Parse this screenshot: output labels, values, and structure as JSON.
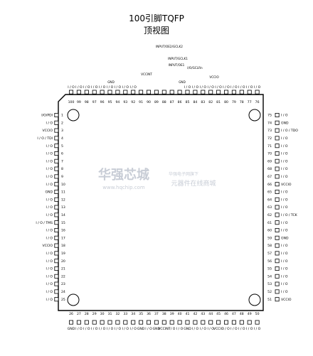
{
  "title": {
    "line1": "100引脚TQFP",
    "line2": "顶视图"
  },
  "top_labels": [
    "INPUT/OE2/GCLK2",
    "INPUT/GCLK1",
    "INPUT/OE1",
    "I/O/GCLRn",
    "VCCINT",
    "GND",
    "GND",
    "VCCIO"
  ],
  "watermark": {
    "brand": "华强芯城",
    "url": "www.hqchip.com",
    "line1": "华强电子网旗下",
    "line2": "元器件在线商城"
  },
  "pins": {
    "left": [
      {
        "num": "1",
        "label": "I/O/PDI"
      },
      {
        "num": "2",
        "label": "I / O"
      },
      {
        "num": "3",
        "label": "VCCIO"
      },
      {
        "num": "4",
        "label": "I / O / TDI"
      },
      {
        "num": "5",
        "label": "I / O"
      },
      {
        "num": "6",
        "label": "I / O"
      },
      {
        "num": "7",
        "label": "I / O"
      },
      {
        "num": "8",
        "label": "I / O"
      },
      {
        "num": "9",
        "label": "I / O"
      },
      {
        "num": "10",
        "label": "I / O"
      },
      {
        "num": "11",
        "label": "GND"
      },
      {
        "num": "12",
        "label": "I / O"
      },
      {
        "num": "13",
        "label": "I / O"
      },
      {
        "num": "14",
        "label": "I / O"
      },
      {
        "num": "15",
        "label": "I / O / TMS"
      },
      {
        "num": "16",
        "label": "I / O"
      },
      {
        "num": "17",
        "label": "I / O"
      },
      {
        "num": "18",
        "label": "VCCIO"
      },
      {
        "num": "19",
        "label": "I / O"
      },
      {
        "num": "20",
        "label": "I / O"
      },
      {
        "num": "21",
        "label": "I / O"
      },
      {
        "num": "22",
        "label": "I / O"
      },
      {
        "num": "23",
        "label": "I / O"
      },
      {
        "num": "24",
        "label": "I / O"
      },
      {
        "num": "25",
        "label": "I / O"
      }
    ],
    "right": [
      {
        "num": "75",
        "label": "I / O"
      },
      {
        "num": "74",
        "label": "GND"
      },
      {
        "num": "73",
        "label": "I / O / TDO"
      },
      {
        "num": "72",
        "label": "I / O"
      },
      {
        "num": "71",
        "label": "I / O"
      },
      {
        "num": "70",
        "label": "I / O"
      },
      {
        "num": "69",
        "label": "I / O"
      },
      {
        "num": "68",
        "label": "I / O"
      },
      {
        "num": "67",
        "label": "I / O"
      },
      {
        "num": "66",
        "label": "VCCIO"
      },
      {
        "num": "65",
        "label": "I / O"
      },
      {
        "num": "64",
        "label": "I / O"
      },
      {
        "num": "63",
        "label": "I / O"
      },
      {
        "num": "62",
        "label": "I / O / TCK"
      },
      {
        "num": "61",
        "label": "I / O"
      },
      {
        "num": "60",
        "label": "I / O"
      },
      {
        "num": "59",
        "label": "GND"
      },
      {
        "num": "58",
        "label": "I / O"
      },
      {
        "num": "57",
        "label": "I / O"
      },
      {
        "num": "56",
        "label": "I / O"
      },
      {
        "num": "55",
        "label": "I / O"
      },
      {
        "num": "54",
        "label": "I / O"
      },
      {
        "num": "53",
        "label": "I / O"
      },
      {
        "num": "52",
        "label": "I / O"
      },
      {
        "num": "51",
        "label": "VCCIO"
      }
    ],
    "top": [
      {
        "num": "100",
        "label": "I / O"
      },
      {
        "num": "99",
        "label": "I / O"
      },
      {
        "num": "98",
        "label": "I / O"
      },
      {
        "num": "97",
        "label": "I / O"
      },
      {
        "num": "96",
        "label": "I / O"
      },
      {
        "num": "95",
        "label": "I / O"
      },
      {
        "num": "94",
        "label": "I / O"
      },
      {
        "num": "93",
        "label": "I / O"
      },
      {
        "num": "92",
        "label": "I / O"
      },
      {
        "num": "91",
        "label": ""
      },
      {
        "num": "90",
        "label": ""
      },
      {
        "num": "89",
        "label": ""
      },
      {
        "num": "88",
        "label": ""
      },
      {
        "num": "87",
        "label": ""
      },
      {
        "num": "86",
        "label": ""
      },
      {
        "num": "85",
        "label": "I / O"
      },
      {
        "num": "84",
        "label": "I / O"
      },
      {
        "num": "83",
        "label": "I / O"
      },
      {
        "num": "82",
        "label": "I / O"
      },
      {
        "num": "81",
        "label": "I / O"
      },
      {
        "num": "80",
        "label": "I / O"
      },
      {
        "num": "79",
        "label": "I / O"
      },
      {
        "num": "78",
        "label": "I / O"
      },
      {
        "num": "77",
        "label": "I / O"
      },
      {
        "num": "76",
        "label": "I / O"
      }
    ],
    "bottom": [
      {
        "num": "26",
        "label": "GND"
      },
      {
        "num": "27",
        "label": "I / O"
      },
      {
        "num": "28",
        "label": "I / O"
      },
      {
        "num": "29",
        "label": "I / O"
      },
      {
        "num": "30",
        "label": "I / O"
      },
      {
        "num": "31",
        "label": "I / O"
      },
      {
        "num": "32",
        "label": "I / O"
      },
      {
        "num": "33",
        "label": "I / O"
      },
      {
        "num": "34",
        "label": "I / O"
      },
      {
        "num": "35",
        "label": "GND"
      },
      {
        "num": "36",
        "label": "I / O"
      },
      {
        "num": "37",
        "label": "GND"
      },
      {
        "num": "38",
        "label": "VCCINT"
      },
      {
        "num": "39",
        "label": "I / O"
      },
      {
        "num": "40",
        "label": "I / O"
      },
      {
        "num": "41",
        "label": "GND"
      },
      {
        "num": "42",
        "label": "I / O"
      },
      {
        "num": "43",
        "label": "I / O"
      },
      {
        "num": "44",
        "label": "I / O"
      },
      {
        "num": "45",
        "label": "VCCIO"
      },
      {
        "num": "46",
        "label": "I / O"
      },
      {
        "num": "47",
        "label": "I / O"
      },
      {
        "num": "48",
        "label": "I / O"
      },
      {
        "num": "49",
        "label": "I / O"
      },
      {
        "num": "50",
        "label": "I / O"
      }
    ]
  }
}
